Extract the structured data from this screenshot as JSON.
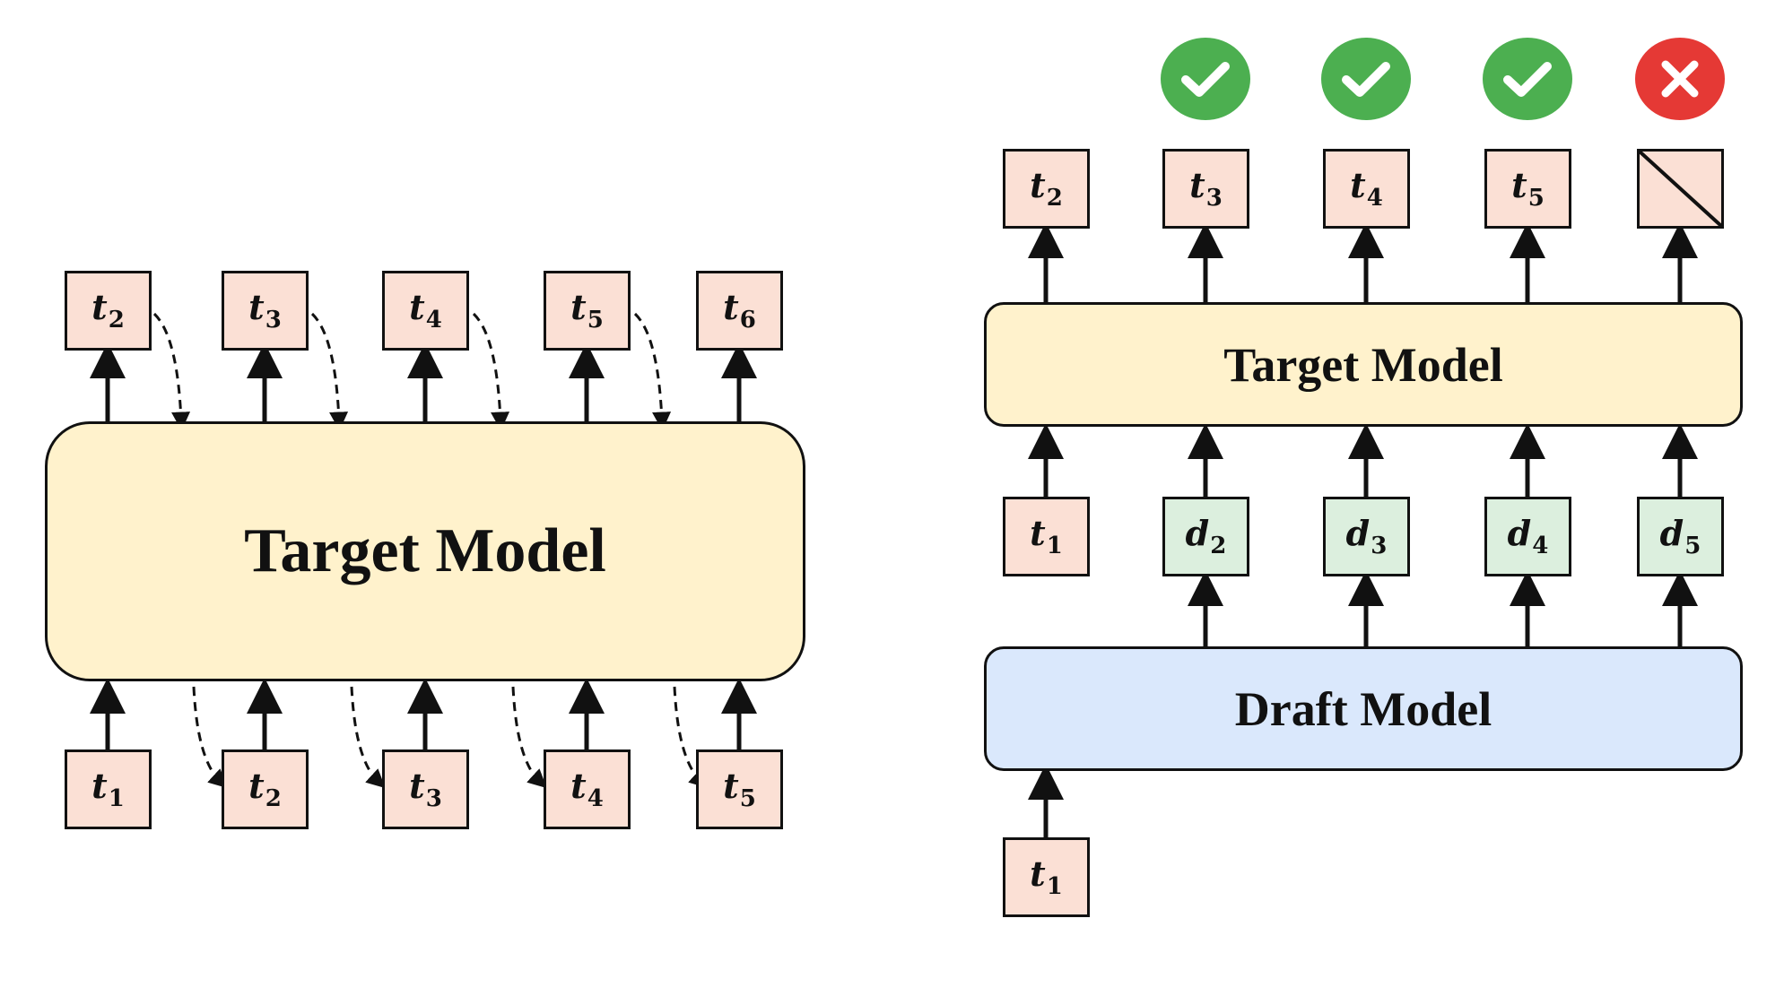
{
  "left": {
    "model_label": "Target Model",
    "outputs": [
      {
        "t": "t",
        "s": "2"
      },
      {
        "t": "t",
        "s": "3"
      },
      {
        "t": "t",
        "s": "4"
      },
      {
        "t": "t",
        "s": "5"
      },
      {
        "t": "t",
        "s": "6"
      }
    ],
    "inputs": [
      {
        "t": "t",
        "s": "1"
      },
      {
        "t": "t",
        "s": "2"
      },
      {
        "t": "t",
        "s": "3"
      },
      {
        "t": "t",
        "s": "4"
      },
      {
        "t": "t",
        "s": "5"
      }
    ]
  },
  "right": {
    "target_label": "Target Model",
    "draft_label": "Draft Model",
    "outputs": [
      {
        "t": "t",
        "s": "2"
      },
      {
        "t": "t",
        "s": "3"
      },
      {
        "t": "t",
        "s": "4"
      },
      {
        "t": "t",
        "s": "5"
      }
    ],
    "verify_inputs": [
      {
        "t": "t",
        "s": "1"
      },
      {
        "t": "d",
        "s": "2"
      },
      {
        "t": "d",
        "s": "3"
      },
      {
        "t": "d",
        "s": "4"
      },
      {
        "t": "d",
        "s": "5"
      }
    ],
    "draft_input": {
      "t": "t",
      "s": "1"
    },
    "verification": [
      "accepted",
      "accepted",
      "accepted",
      "rejected"
    ]
  },
  "colors": {
    "token_fill": "#fbe0d5",
    "draft_token_fill": "#dcefde",
    "target_model_fill": "#fff2cc",
    "draft_model_fill": "#dae8fc",
    "accepted": "#4caf50",
    "rejected": "#e53935"
  }
}
